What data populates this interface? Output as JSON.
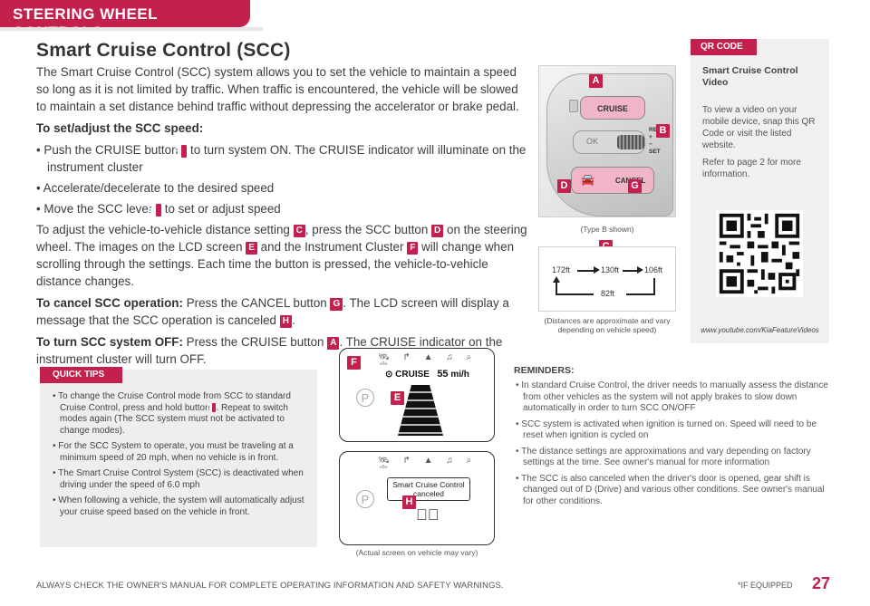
{
  "section": {
    "tab": "STEERING WHEEL CONTROLS"
  },
  "title": "Smart Cruise Control (SCC)",
  "intro": "The Smart Cruise Control (SCC) system allows you to set the vehicle to maintain a speed so long as it is not limited by traffic. When traffic is encountered, the vehicle will be slowed to maintain a set distance behind traffic without depressing the accelerator or brake pedal.",
  "set": {
    "heading": "To set/adjust the SCC speed:",
    "b1_pre": "Push the CRUISE button",
    "b1_post": "to turn system ON. The CRUISE indicator will illuminate on the instrument cluster",
    "b2": "Accelerate/decelerate to the desired speed",
    "b3_pre": "Move the SCC lever",
    "b3_post": "to set or adjust speed",
    "dist_1": "To adjust the vehicle-to-vehicle distance setting",
    "dist_2": ", press the SCC button",
    "dist_3": "on the steering wheel. The images on the LCD screen",
    "dist_4": "and the Instrument Cluster",
    "dist_5": "will change when scrolling through the settings. Each time the button is pressed, the vehicle-to-vehicle distance changes."
  },
  "cancel": {
    "heading": "To cancel SCC operation:",
    "t1": "Press the CANCEL button",
    "t2": ". The LCD screen will display a message that the SCC operation is canceled",
    "t3": "."
  },
  "off": {
    "heading": "To turn SCC system OFF:",
    "t1": "Press the CRUISE button",
    "t2": ". The CRUISE indicator on the instrument cluster will turn OFF."
  },
  "letters": {
    "a": "A",
    "b": "B",
    "c": "C",
    "d": "D",
    "e": "E",
    "f": "F",
    "g": "G",
    "h": "H"
  },
  "wheel": {
    "cruise": "CRUISE",
    "cancel": "CANCEL",
    "ok": "OK",
    "res": "RES",
    "plus": "+",
    "minus": "−",
    "set": "SET",
    "caption": "(Type B shown)"
  },
  "distance": {
    "d1": "172ft",
    "d2": "130ft",
    "d3": "106ft",
    "d4": "82ft",
    "caption_1": "(Distances are approximate and vary",
    "caption_2": "depending on vehicle speed)"
  },
  "qr": {
    "tab": "QR CODE",
    "title": "Smart Cruise Control Video",
    "p1": "To view a video on your mobile device, snap this QR Code or visit the listed website.",
    "p2": "Refer to page 2 for more information.",
    "url": "www.youtube.com/KiaFeatureVideos"
  },
  "tips": {
    "tab": "QUICK TIPS",
    "t1_pre": "To change the Cruise Control mode from SCC to standard Cruise Control, press and hold button",
    "t1_post": ". Repeat to switch modes again (The SCC system must not be activated to change modes).",
    "t2": "For the SCC System to operate, you must be traveling at a minimum speed of 20 mph, when no vehicle is in front.",
    "t3": "The Smart Cruise Control System (SCC) is deactivated when driving under the speed of 6.0 mph",
    "t4": "When following a vehicle, the system will automatically adjust your cruise speed based on the vehicle in front."
  },
  "lcd": {
    "cruise": "CRUISE",
    "speed": "55",
    "unit": "mi/h",
    "p": "P",
    "msg_1": "Smart Cruise Control",
    "msg_2": "canceled",
    "caption": "(Actual screen on vehicle may vary)"
  },
  "reminders": {
    "title": "REMINDERS:",
    "items": [
      "In standard Cruise Control, the driver needs to manually assess the distance from other vehicles as the system will not apply brakes to slow down automatically in order to turn SCC ON/OFF",
      "SCC system is activated when ignition is turned on. Speed will need to be reset when ignition is cycled on",
      "The distance settings are approximations and vary depending on factory settings at the time. See owner's manual for more information",
      "The SCC is also canceled when the driver's door is opened, gear shift is changed out of D (Drive) and various other conditions. See owner's manual for other conditions."
    ]
  },
  "footer": {
    "left": "ALWAYS CHECK THE OWNER'S MANUAL FOR COMPLETE OPERATING INFORMATION AND SAFETY WARNINGS.",
    "right": "*IF EQUIPPED",
    "page": "27"
  },
  "colors": {
    "accent": "#c4204e",
    "pink": "#f0b5c6",
    "panel": "#eeeeee"
  }
}
